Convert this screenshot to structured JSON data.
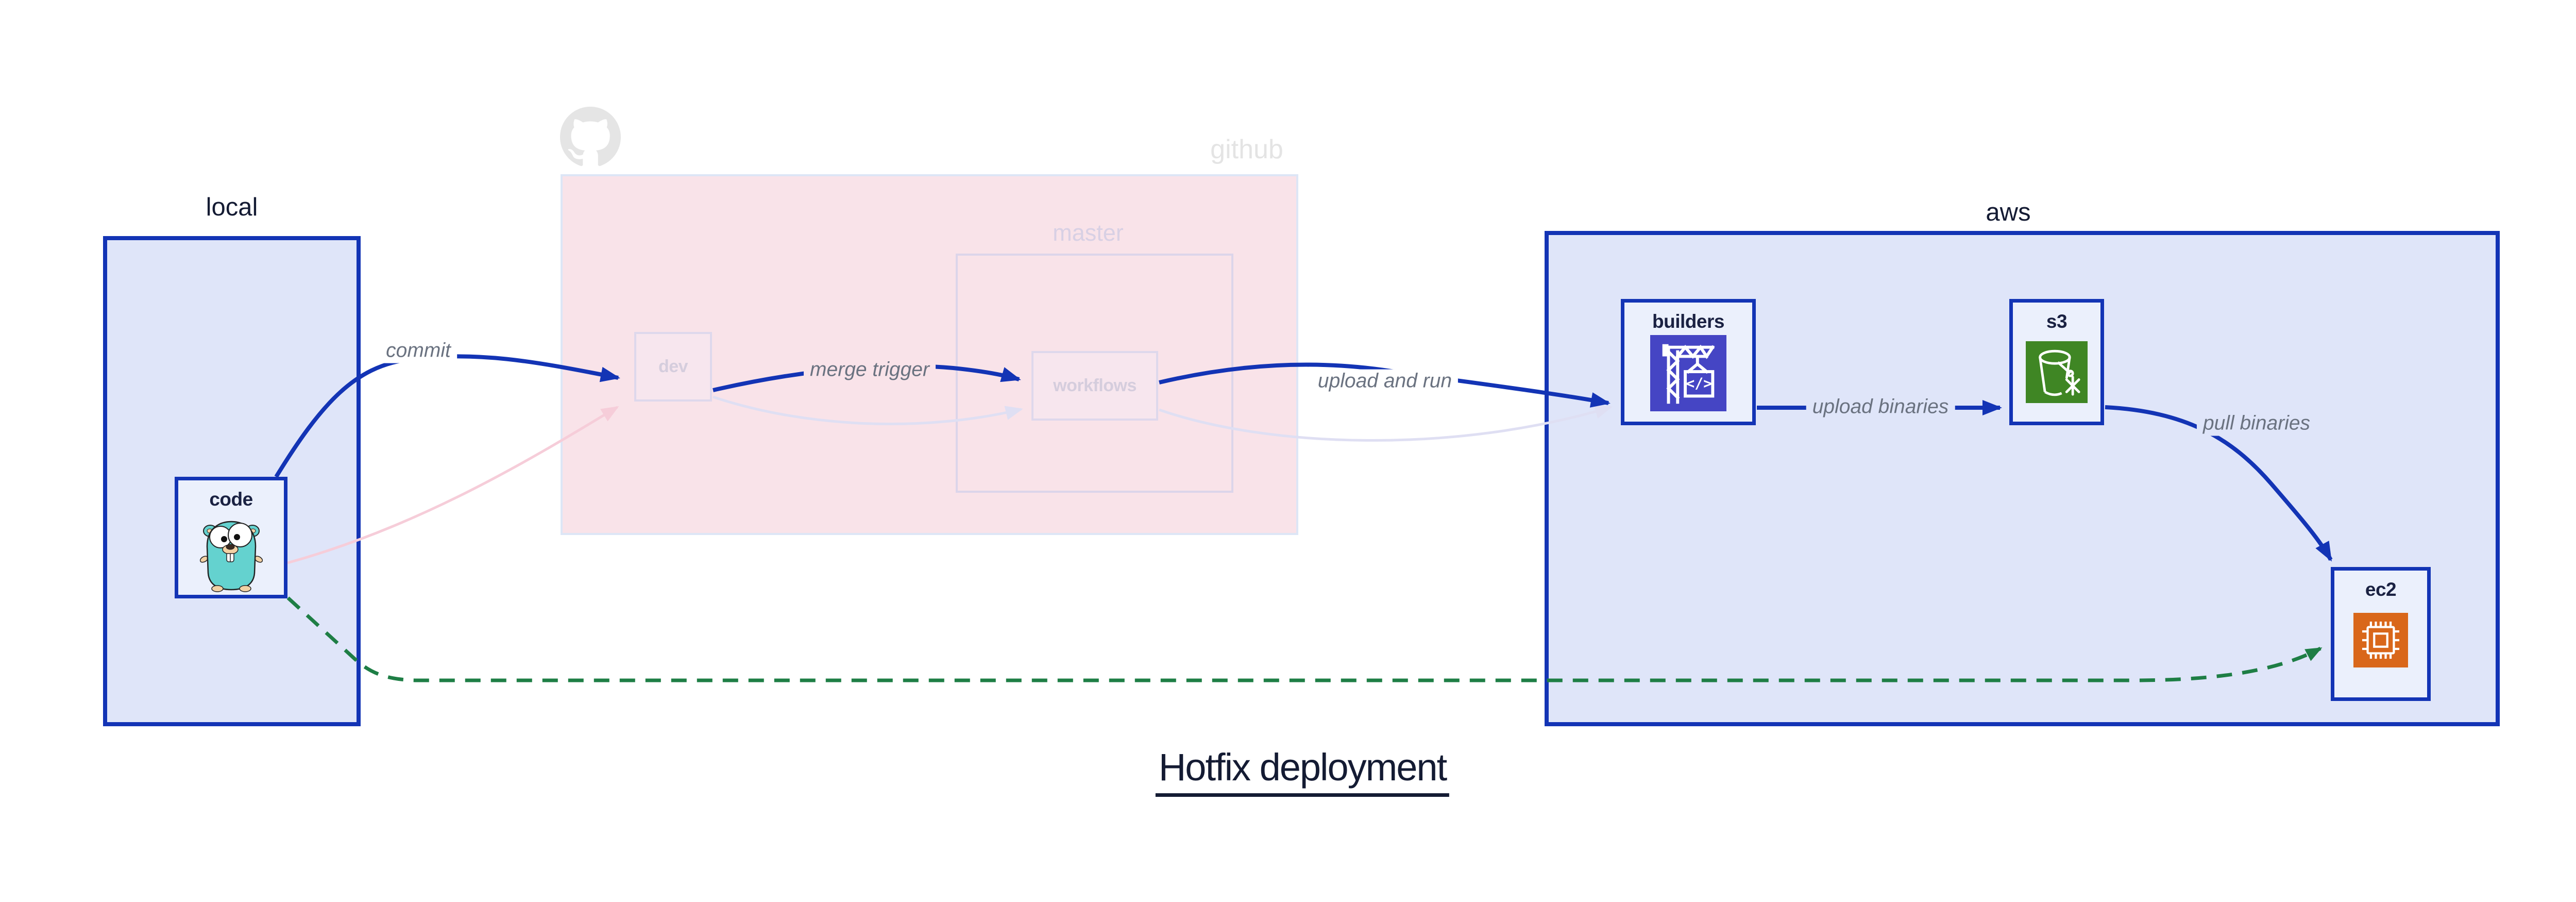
{
  "title": "Hotfix deployment",
  "groups": {
    "local": {
      "label": "local"
    },
    "github": {
      "label": "github",
      "branch": "master"
    },
    "aws": {
      "label": "aws"
    }
  },
  "nodes": {
    "code": {
      "label": "code",
      "icon": "go-gopher-icon"
    },
    "dev": {
      "label": "dev"
    },
    "workflows": {
      "label": "workflows"
    },
    "builders": {
      "label": "builders",
      "icon": "codebuild-crane-icon"
    },
    "s3": {
      "label": "s3",
      "icon": "s3-glacier-bucket-icon"
    },
    "ec2": {
      "label": "ec2",
      "icon": "ec2-chip-icon"
    }
  },
  "edges": {
    "commit": {
      "label": "commit"
    },
    "merge_trigger": {
      "label": "merge trigger"
    },
    "upload_and_run": {
      "label": "upload and run"
    },
    "upload_binaries": {
      "label": "upload binaries"
    },
    "pull_binaries": {
      "label": "pull binaries"
    }
  },
  "colors": {
    "arrow_blue": "#1334b5",
    "arrow_green": "#1e7e45",
    "arrow_faded_pink": "#f6cdd9",
    "arrow_faded_lavender": "#dfdff3",
    "container_fill": "#dfe5f9",
    "container_border": "#1334b5",
    "node_fill": "#ebf0fc",
    "github_region_fill": "#f9e3e9",
    "faded_node_border": "#ded8ec",
    "edge_label_gray": "#6a7280",
    "codebuild_icon_bg": "#4545c4",
    "s3_glacier_icon_bg": "#3f8624",
    "ec2_icon_bg": "#d9671a",
    "gopher_teal": "#64d2cf",
    "title_navy": "#141b33"
  }
}
